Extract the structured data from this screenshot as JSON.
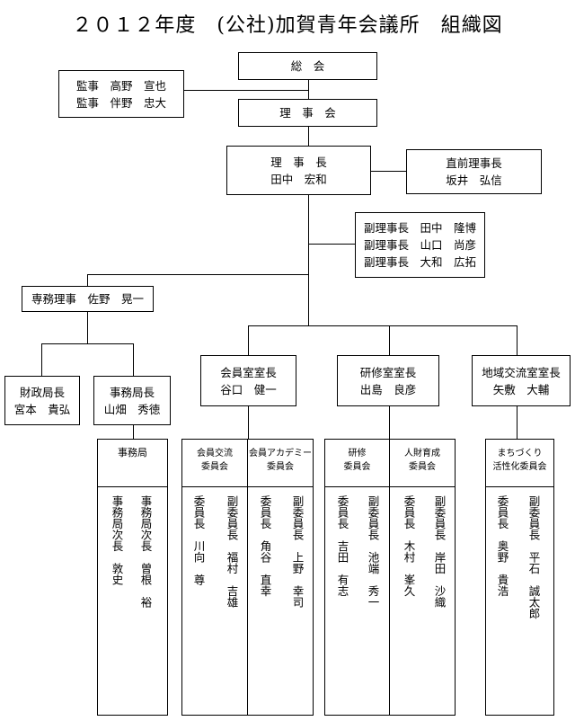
{
  "title": "２０１２年度　(公社)加賀青年会議所　組織図",
  "general_assembly": "総　会",
  "auditors": [
    "監事　高野　宣也",
    "監事　伴野　忠大"
  ],
  "board": "理　事　会",
  "president": {
    "title": "理　事　長",
    "name": "田中　宏和"
  },
  "past_president": {
    "title": "直前理事長",
    "name": "坂井　弘信"
  },
  "vice_presidents": [
    "副理事長　田中　隆博",
    "副理事長　山口　尚彦",
    "副理事長　大和　広拓"
  ],
  "executive_director": "専務理事　佐野　晃一",
  "finance": {
    "title": "財政局長",
    "name": "宮本　貴弘"
  },
  "secretariat_head": {
    "title": "事務局長",
    "name": "山畑　秀徳"
  },
  "rooms": [
    {
      "title": "会員室室長",
      "name": "谷口　健一"
    },
    {
      "title": "研修室室長",
      "name": "出島　良彦"
    },
    {
      "title": "地域交流室室長",
      "name": "矢敷　大輔"
    }
  ],
  "secretariat_panel": {
    "header": "事務局",
    "columns": [
      "事務局次長　敦史",
      "事務局次長　曽根　裕"
    ]
  },
  "committees": [
    {
      "label1": "会員交流",
      "label2": "委員会",
      "columns": [
        "委員長　川向　尊",
        "副委員長　福村　吉雄"
      ]
    },
    {
      "label1": "会員アカデミー",
      "label2": "委員会",
      "columns": [
        "委員長　角谷　直幸",
        "副委員長　上野　幸司"
      ]
    },
    {
      "label1": "研修",
      "label2": "委員会",
      "columns": [
        "委員長　吉田　有志",
        "副委員長　池端　秀一"
      ]
    },
    {
      "label1": "人財育成",
      "label2": "委員会",
      "columns": [
        "委員長　木村　峯久",
        "副委員長　岸田　沙織"
      ]
    },
    {
      "label1": "まちづくり",
      "label2": "活性化委員会",
      "columns": [
        "委員長　奥野　貴浩",
        "副委員長　平石　誠太郎"
      ]
    }
  ]
}
